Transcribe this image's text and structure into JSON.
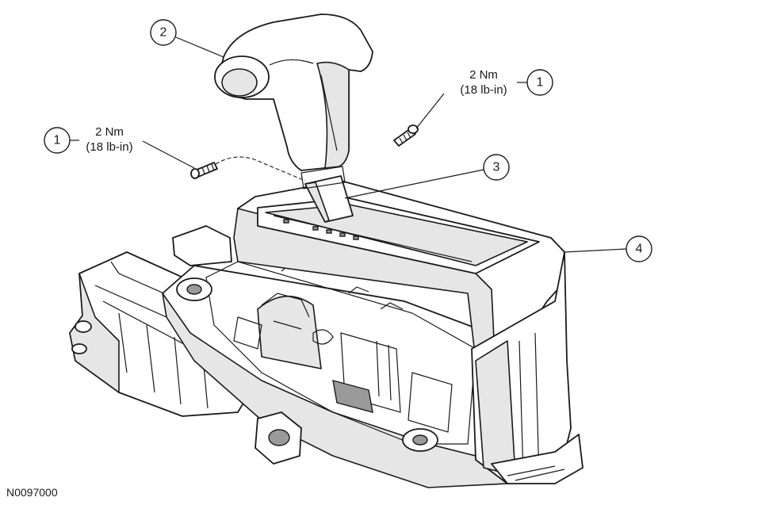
{
  "callouts": [
    {
      "id": "callout-1-left",
      "label": "1"
    },
    {
      "id": "callout-1-right",
      "label": "1"
    },
    {
      "id": "callout-2",
      "label": "2"
    },
    {
      "id": "callout-3",
      "label": "3"
    },
    {
      "id": "callout-4",
      "label": "4"
    }
  ],
  "torque_specs": {
    "left": {
      "value": "2 Nm",
      "imperial": "(18 lb-in)"
    },
    "right": {
      "value": "2 Nm",
      "imperial": "(18 lb-in)"
    }
  },
  "figure_id": "N0097000"
}
